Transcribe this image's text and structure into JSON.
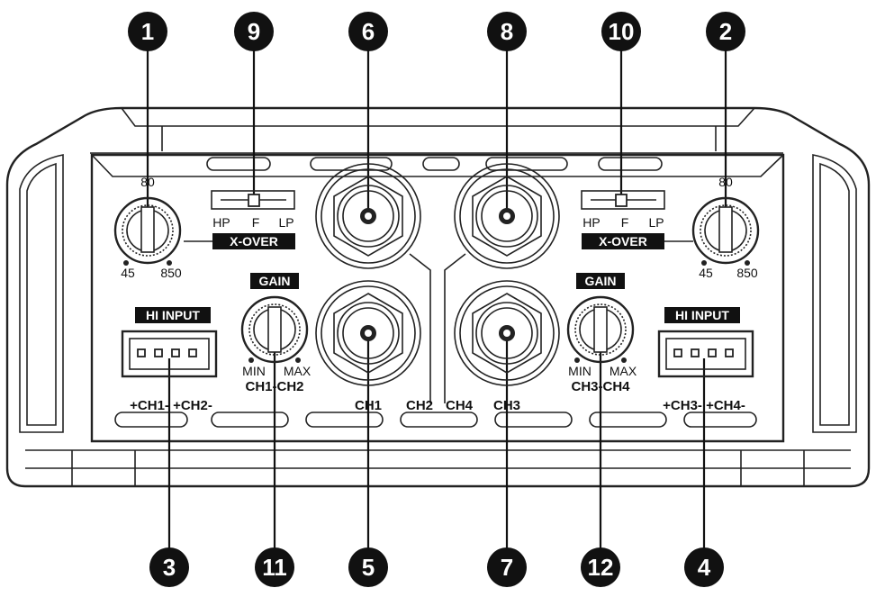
{
  "callouts": {
    "c1": "1",
    "c2": "2",
    "c3": "3",
    "c4": "4",
    "c5": "5",
    "c6": "6",
    "c7": "7",
    "c8": "8",
    "c9": "9",
    "c10": "10",
    "c11": "11",
    "c12": "12"
  },
  "xover_left": {
    "freq_top": "80",
    "freq_min": "45",
    "freq_max": "850",
    "switch_hp": "HP",
    "switch_f": "F",
    "switch_lp": "LP",
    "title": "X-OVER"
  },
  "xover_right": {
    "freq_top": "80",
    "freq_min": "45",
    "freq_max": "850",
    "switch_hp": "HP",
    "switch_f": "F",
    "switch_lp": "LP",
    "title": "X-OVER"
  },
  "gain_left": {
    "title": "GAIN",
    "min": "MIN",
    "max": "MAX",
    "channels": "CH1-CH2"
  },
  "gain_right": {
    "title": "GAIN",
    "min": "MIN",
    "max": "MAX",
    "channels": "CH3-CH4"
  },
  "hi_input_left": {
    "title": "HI INPUT",
    "pins": "+CH1- +CH2-"
  },
  "hi_input_right": {
    "title": "HI INPUT",
    "pins": "+CH3- +CH4-"
  },
  "rca": {
    "ch1": "CH1",
    "ch2": "CH2",
    "ch4": "CH4",
    "ch3": "CH3"
  }
}
